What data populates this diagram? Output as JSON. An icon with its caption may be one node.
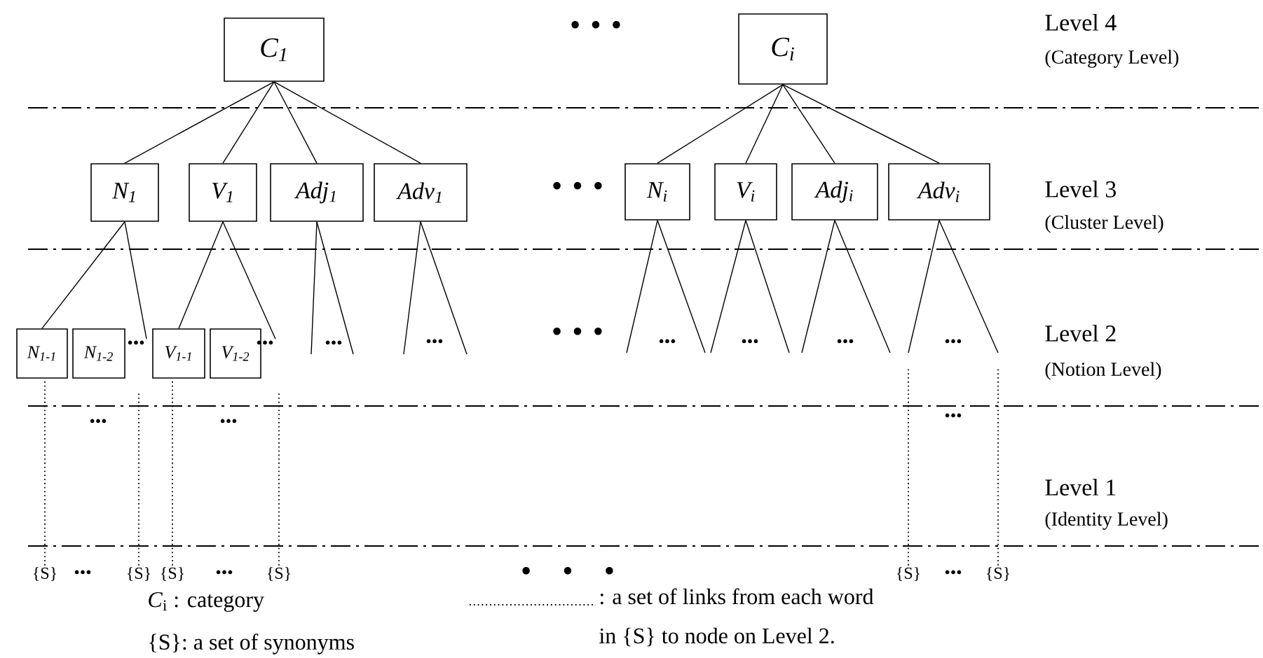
{
  "diagram": {
    "nodes": [
      {
        "text": [
          "C$_{1}$"
        ]
      },
      {
        "text": [
          "C$_{i}$"
        ]
      },
      {
        "text": [
          "N$_{1}$"
        ]
      },
      {
        "text": [
          "V$_{1}$"
        ]
      },
      {
        "text": [
          "Adj$_{1}$"
        ]
      },
      {
        "text": [
          "Adv$_{1}$"
        ]
      },
      {
        "text": [
          "N$_{i}$"
        ]
      },
      {
        "text": [
          "V$_{i}$"
        ]
      },
      {
        "text": [
          "Adj$_{i}$"
        ]
      },
      {
        "text": [
          "Adv$_{i}$"
        ]
      },
      {
        "text": [
          "N$_{1-1}$"
        ]
      },
      {
        "text": [
          "N$_{1-2}$"
        ]
      },
      {
        "text": [
          "V$_{1-1}$"
        ]
      },
      {
        "text": [
          "V$_{1-2}$"
        ]
      },
      {
        "text": [
          "{S}"
        ]
      },
      {
        "text": [
          "{S}"
        ]
      },
      {
        "text": [
          "{S}"
        ]
      },
      {
        "text": [
          "{S}"
        ]
      },
      {
        "text": [
          "{S}"
        ]
      },
      {
        "text": [
          "{S}"
        ]
      },
      {
        "text": [
          "•••"
        ]
      },
      {
        "text": [
          "•••"
        ]
      }
    ],
    "edges": [
      {
        "from": 0,
        "to": 2,
        "arrow": "none"
      },
      {
        "from": 0,
        "to": 3,
        "arrow": "none"
      },
      {
        "from": 0,
        "to": 4,
        "arrow": "none"
      },
      {
        "from": 0,
        "to": 5,
        "arrow": "none"
      },
      {
        "from": 1,
        "to": 6,
        "arrow": "none"
      },
      {
        "from": 1,
        "to": 7,
        "arrow": "none"
      },
      {
        "from": 1,
        "to": 8,
        "arrow": "none"
      },
      {
        "from": 1,
        "to": 9,
        "arrow": "none"
      },
      {
        "from": 2,
        "to": 10,
        "arrow": "none"
      },
      {
        "from": 2,
        "to": 20,
        "arrow": "none"
      },
      {
        "from": 3,
        "to": 12,
        "arrow": "none"
      },
      {
        "from": 3,
        "to": 21,
        "arrow": "none"
      },
      {
        "from": 4,
        "to": null,
        "arrow": "none"
      },
      {
        "from": 4,
        "to": null,
        "arrow": "none"
      },
      {
        "from": 5,
        "to": null,
        "arrow": "none"
      },
      {
        "from": 5,
        "to": null,
        "arrow": "none"
      },
      {
        "from": 6,
        "to": null,
        "arrow": "none"
      },
      {
        "from": 6,
        "to": null,
        "arrow": "none"
      },
      {
        "from": 7,
        "to": null,
        "arrow": "none"
      },
      {
        "from": 7,
        "to": null,
        "arrow": "none"
      },
      {
        "from": 8,
        "to": null,
        "arrow": "none"
      },
      {
        "from": 8,
        "to": null,
        "arrow": "none"
      },
      {
        "from": 9,
        "to": null,
        "arrow": "none"
      },
      {
        "from": 9,
        "to": null,
        "arrow": "none"
      },
      {
        "from": 14,
        "to": 10,
        "arrow": "none",
        "style": "dashed"
      },
      {
        "from": 15,
        "to": null,
        "arrow": "none",
        "style": "dashed"
      },
      {
        "from": 16,
        "to": 12,
        "arrow": "none",
        "style": "dashed"
      },
      {
        "from": 17,
        "to": null,
        "arrow": "none",
        "style": "dashed"
      },
      {
        "from": 18,
        "to": null,
        "arrow": "none",
        "style": "dashed"
      },
      {
        "from": 19,
        "to": null,
        "arrow": "none",
        "style": "dashed"
      }
    ],
    "labels": [
      "• • •",
      "Level 4",
      "(Category Level)",
      "• • •",
      "Level 3",
      "(Cluster Level)",
      "•••",
      "•••",
      "• • •",
      "•••",
      "•••",
      "•••",
      "•••",
      "Level 2",
      "(Notion Level)",
      "•••",
      "•••",
      "•••",
      "Level 1",
      "•••",
      "•••",
      "• • •",
      "•••",
      "(Identity Level)",
      "*C*$_{i}$ : category",
      "{S}: a set of synonyms"
    ],
    "legend": [
      {
        "text": ": a set of links from each word in {S} to node on Level 2."
      }
    ]
  }
}
